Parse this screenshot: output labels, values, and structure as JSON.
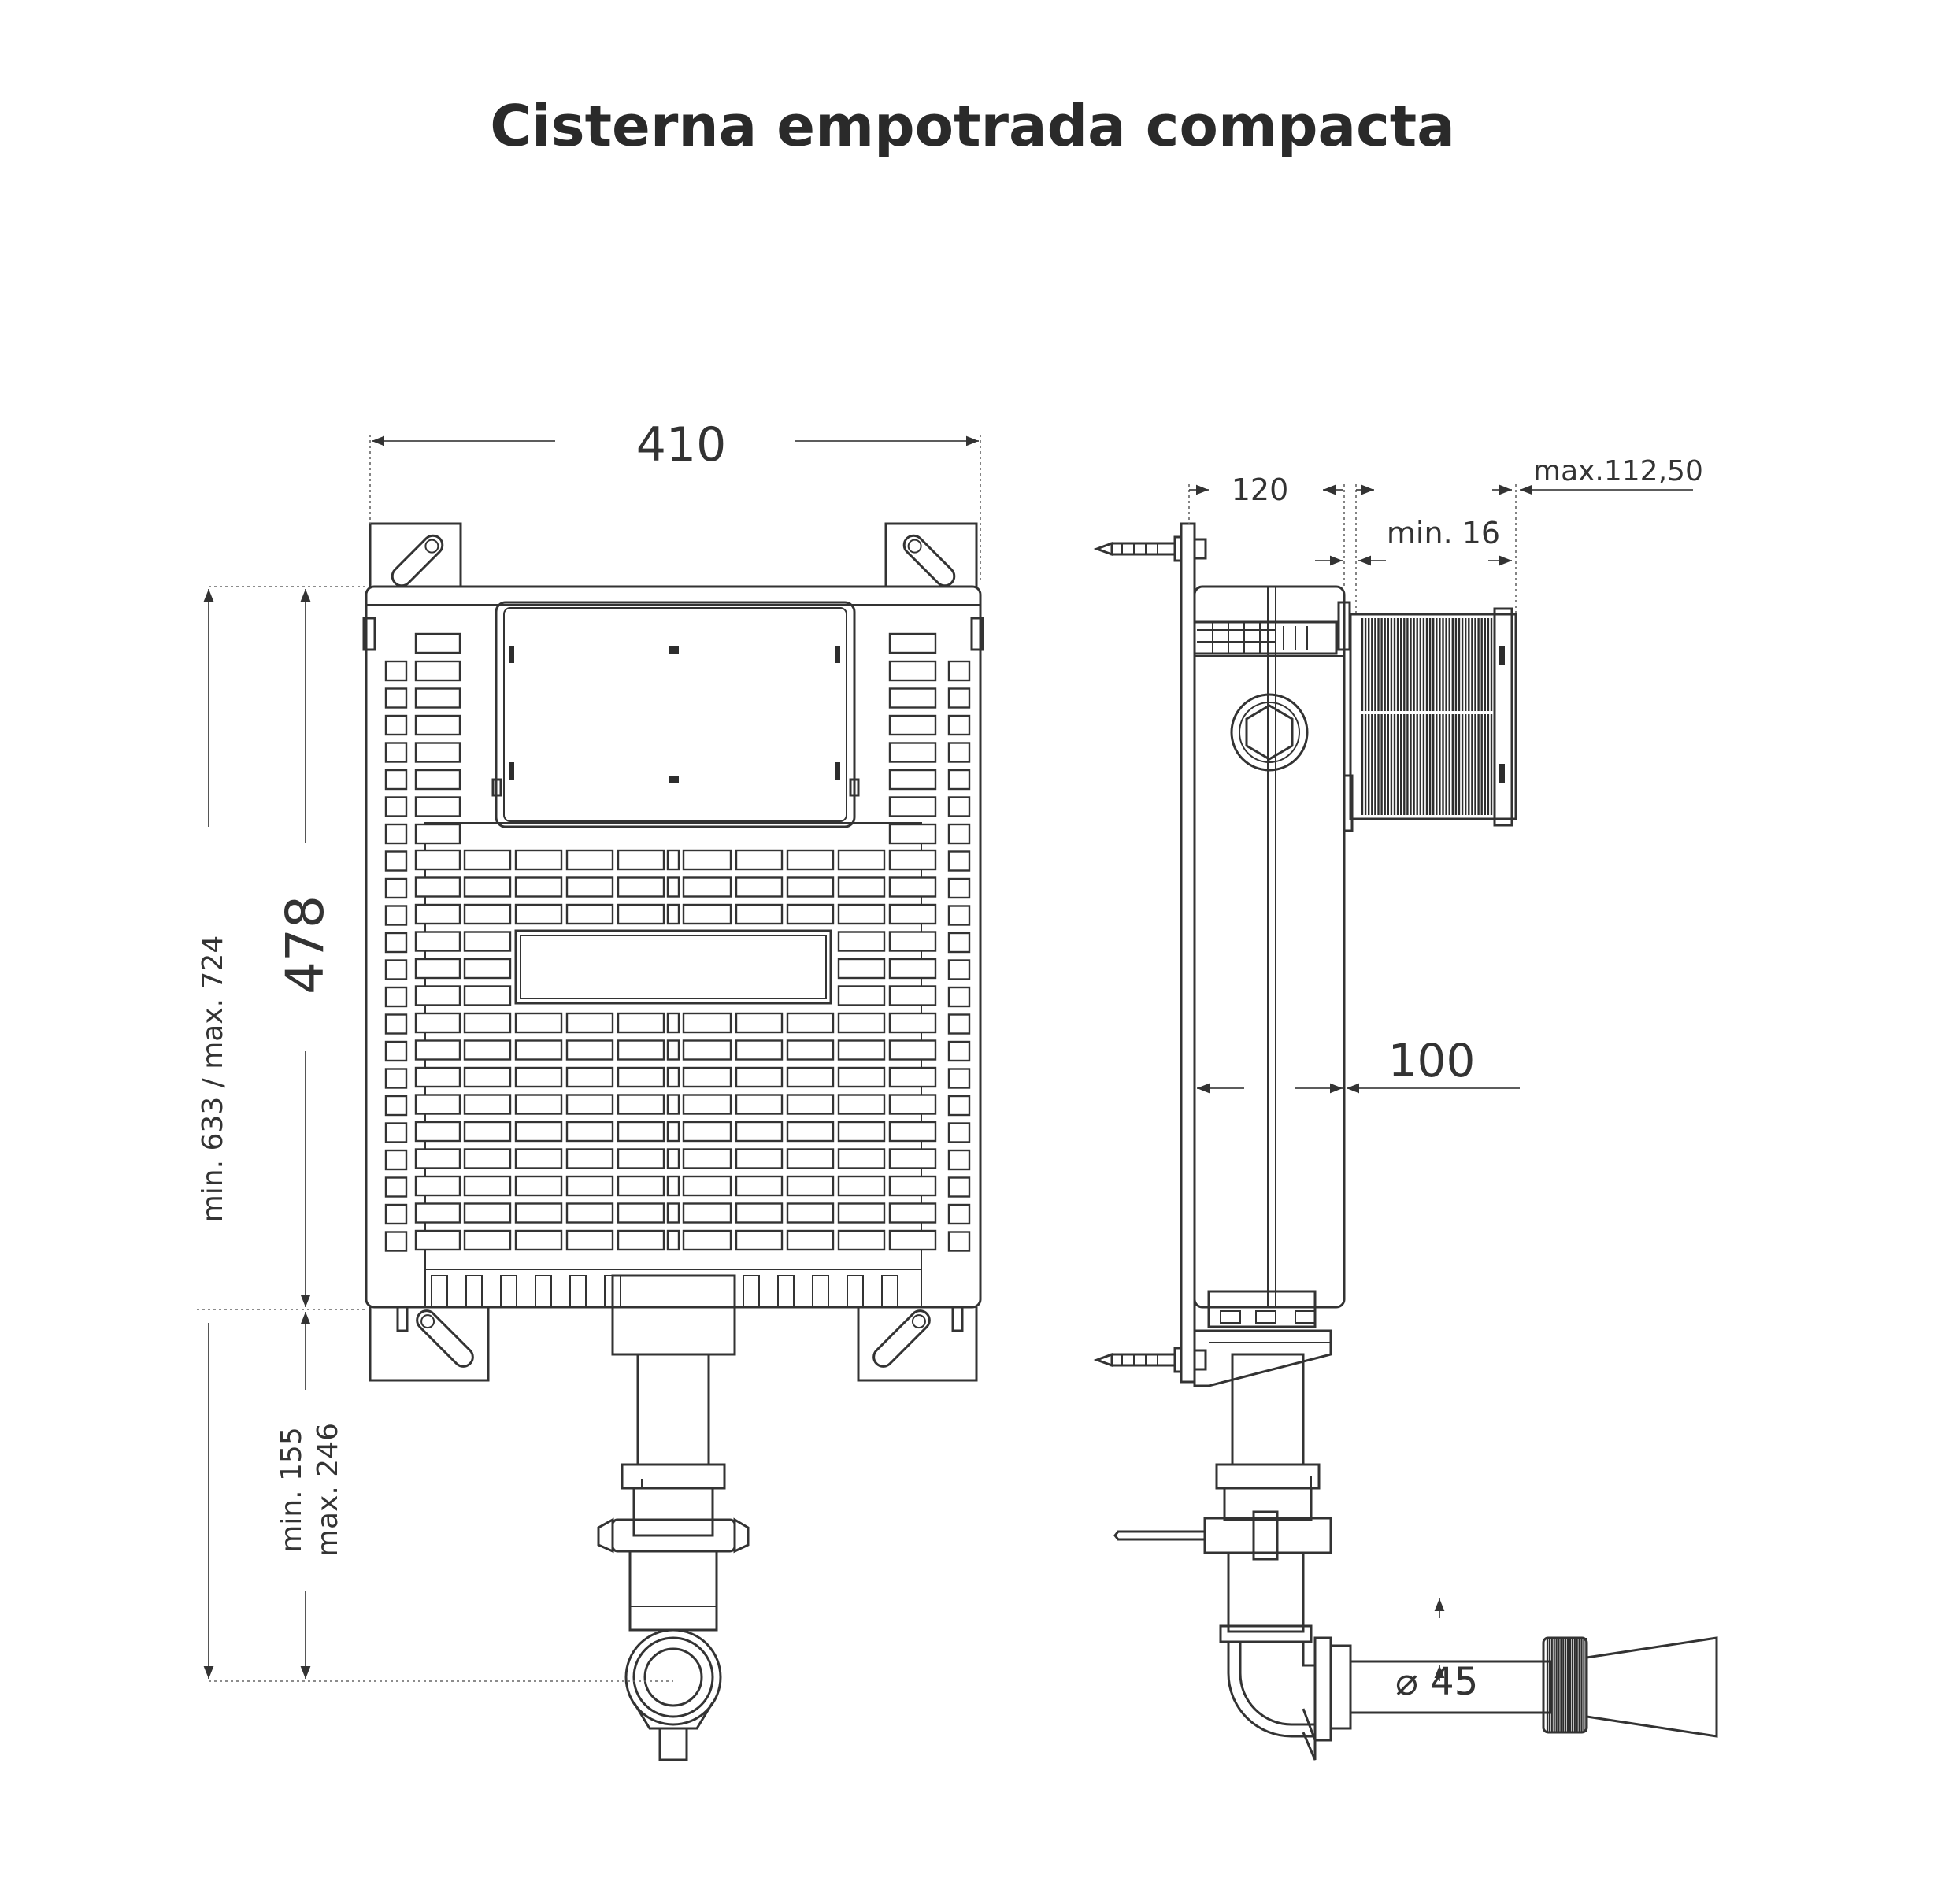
{
  "title": "Cisterna empotrada compacta",
  "front_view": {
    "width_label": "410",
    "height_label": "478",
    "total_height_label": "min. 633 / max. 724",
    "drain_min_label": "min. 155",
    "drain_max_label": "max. 246"
  },
  "side_view": {
    "depth_label": "120",
    "max_label": "max.112,50",
    "min_label": "min. 16",
    "body_label": "100",
    "pipe_diameter_label": "⌀ 45"
  }
}
